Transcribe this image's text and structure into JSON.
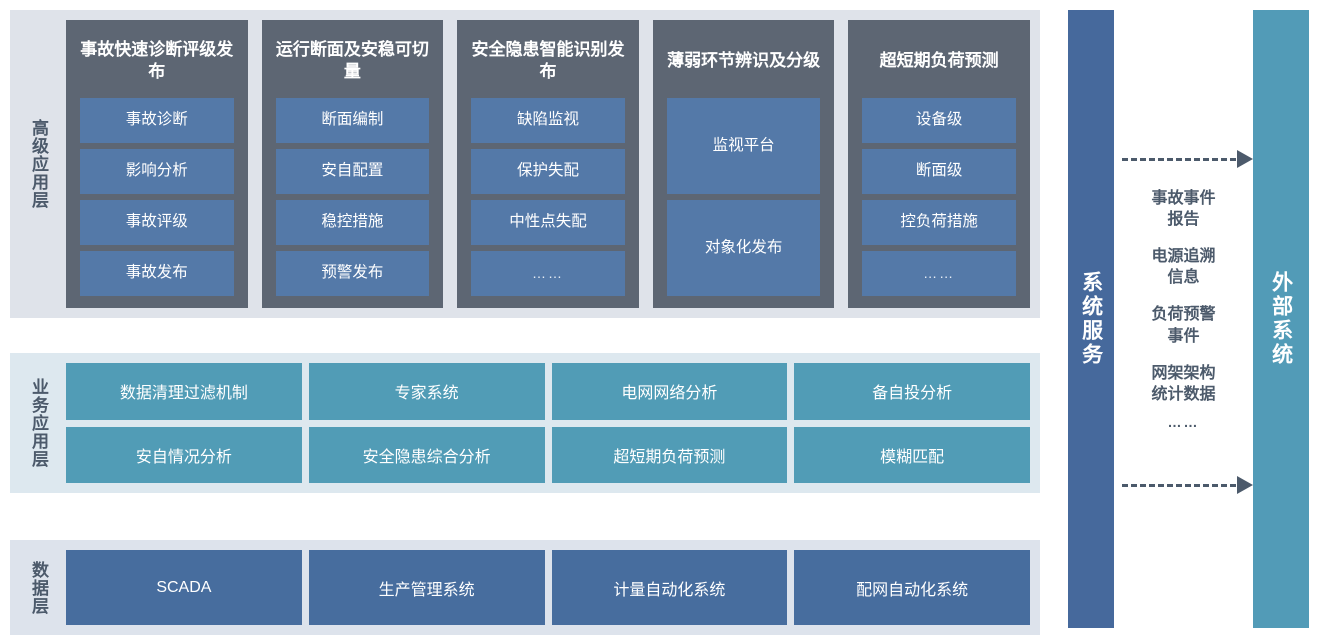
{
  "layers": [
    {
      "id": "advanced-application",
      "label": "高级应用层",
      "columns": [
        {
          "title": "事故快速诊断评级发布",
          "items": [
            "事故诊断",
            "影响分析",
            "事故评级",
            "事故发布"
          ]
        },
        {
          "title": "运行断面及安稳可切量",
          "items": [
            "断面编制",
            "安自配置",
            "稳控措施",
            "预警发布"
          ]
        },
        {
          "title": "安全隐患智能识别发布",
          "items": [
            "缺陷监视",
            "保护失配",
            "中性点失配",
            "……"
          ]
        },
        {
          "title": "薄弱环节辨识及分级",
          "items": [
            "监视平台",
            "对象化发布"
          ]
        },
        {
          "title": "超短期负荷预测",
          "items": [
            "设备级",
            "断面级",
            "控负荷措施",
            "……"
          ]
        }
      ]
    },
    {
      "id": "business-application",
      "label": "业务应用层",
      "rows": [
        [
          "数据清理过滤机制",
          "专家系统",
          "电网网络分析",
          "备自投分析"
        ],
        [
          "安自情况分析",
          "安全隐患综合分析",
          "超短期负荷预测",
          "模糊匹配"
        ]
      ]
    },
    {
      "id": "data-layer",
      "label": "数据层",
      "rows": [
        [
          "SCADA",
          "生产管理系统",
          "计量自动化系统",
          "配网自动化系统"
        ]
      ]
    }
  ],
  "rails": {
    "system_services": "系统服务",
    "external_systems": "外部系统"
  },
  "exchange": {
    "items": [
      "事故事件\n报告",
      "电源追溯\n信息",
      "负荷预警\n事件",
      "网架架构\n统计数据",
      "……"
    ]
  },
  "colors": {
    "panel_adv_bg": "#dfe3ea",
    "panel_biz_bg": "#dde8ef",
    "panel_data_bg": "#dde3ec",
    "adv_column_bg": "#5d6673",
    "adv_item_bg": "#5479a8",
    "biz_cell_bg": "#519cb6",
    "data_cell_bg": "#476d9e",
    "rail_system_bg": "#46699c",
    "rail_external_bg": "#529bb7",
    "label_text": "#4c5a6b"
  }
}
